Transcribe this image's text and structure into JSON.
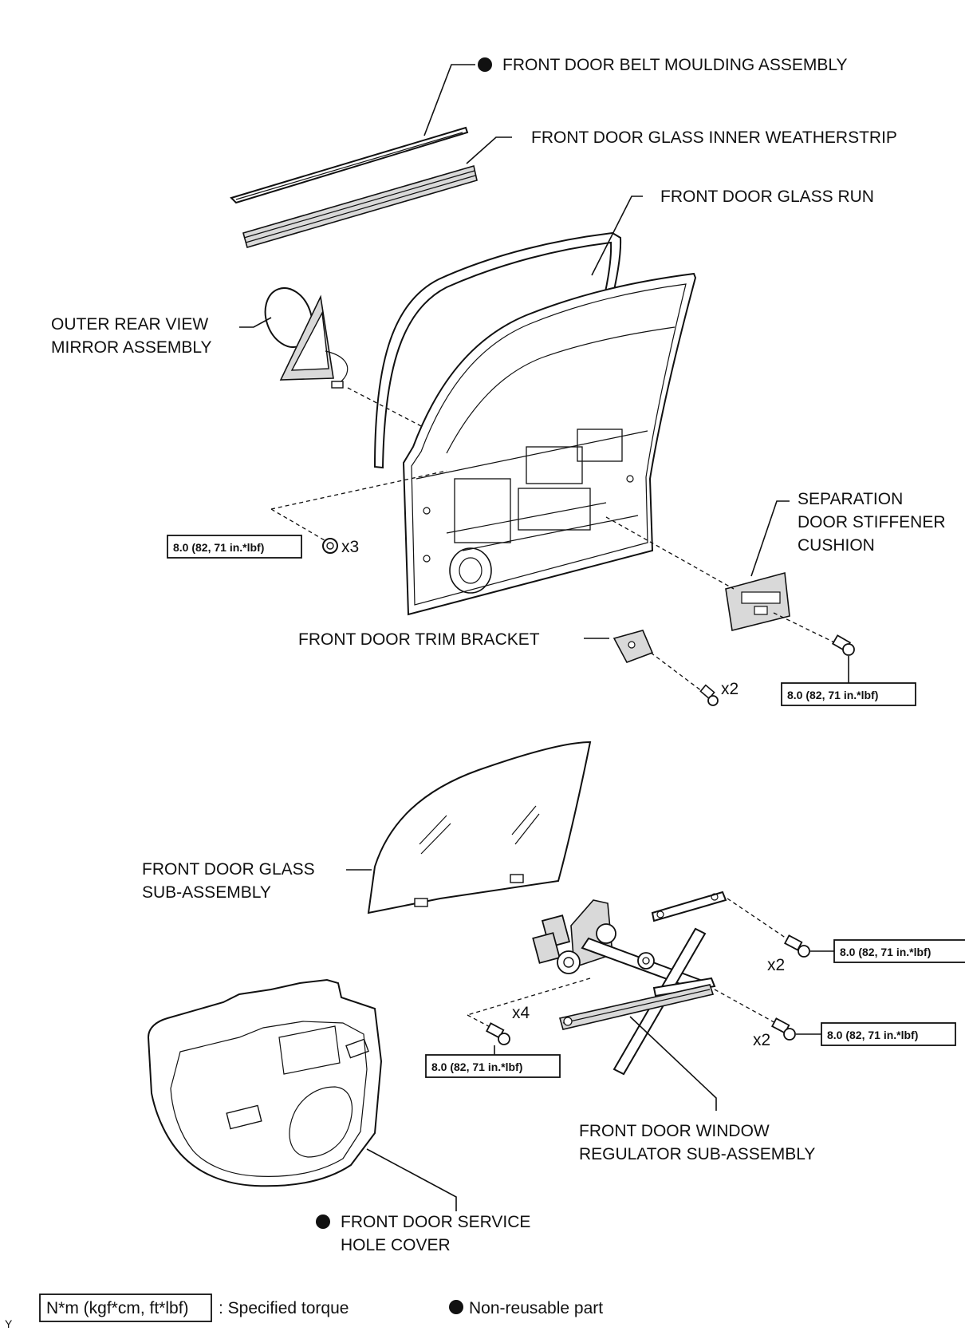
{
  "labels": {
    "belt_moulding": "FRONT DOOR BELT MOULDING ASSEMBLY",
    "inner_weatherstrip": "FRONT DOOR GLASS INNER WEATHERSTRIP",
    "glass_run": "FRONT DOOR GLASS RUN",
    "mirror_line1": "OUTER REAR VIEW",
    "mirror_line2": "MIRROR ASSEMBLY",
    "separation_line1": "SEPARATION",
    "separation_line2": "DOOR STIFFENER",
    "separation_line3": "CUSHION",
    "trim_bracket": "FRONT DOOR TRIM BRACKET",
    "glass_line1": "FRONT DOOR GLASS",
    "glass_line2": "SUB-ASSEMBLY",
    "regulator_line1": "FRONT DOOR WINDOW",
    "regulator_line2": "REGULATOR SUB-ASSEMBLY",
    "hole_cover_line1": "FRONT DOOR SERVICE",
    "hole_cover_line2": "HOLE COVER"
  },
  "torque": {
    "value": "8.0 (82, 71 in.*lbf)"
  },
  "quantities": {
    "x3": "x3",
    "x2": "x2",
    "x4": "x4"
  },
  "legend": {
    "torque_box": "N*m (kgf*cm, ft*lbf)",
    "torque_desc": ": Specified torque",
    "nonreusable_desc": "Non-reusable part"
  },
  "corner_mark": "Y",
  "colors": {
    "ink": "#111111",
    "gray_fill": "#d9d9d9",
    "background": "#ffffff"
  }
}
